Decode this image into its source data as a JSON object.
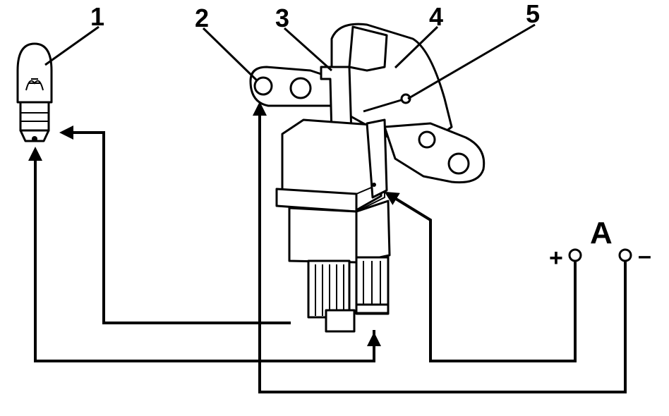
{
  "callouts": [
    {
      "id": "lamp",
      "label": "1"
    },
    {
      "id": "mount-hole",
      "label": "2"
    },
    {
      "id": "terminal-tab",
      "label": "3"
    },
    {
      "id": "housing-plate",
      "label": "4"
    },
    {
      "id": "screw",
      "label": "5"
    }
  ],
  "meter": {
    "label": "A",
    "plus": "+",
    "minus": "–"
  },
  "colors": {
    "ink": "#000000",
    "paper": "#ffffff"
  }
}
